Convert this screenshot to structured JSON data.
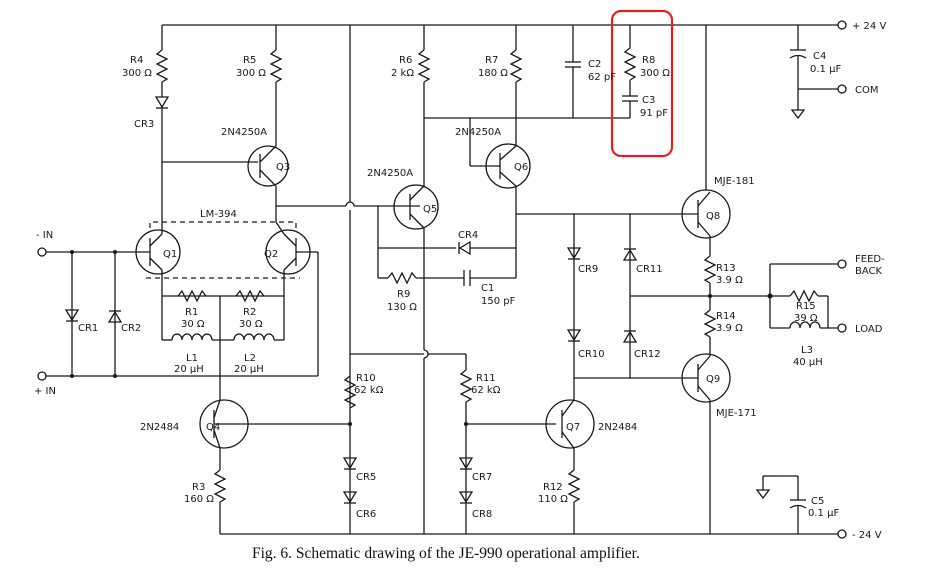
{
  "labels": {
    "plus24": "+ 24 V",
    "minus24": "- 24 V",
    "com": "COM",
    "feedback1": "FEED-",
    "feedback2": "BACK",
    "load": "LOAD",
    "in_minus": "- IN",
    "in_plus": "+ IN",
    "lm394": "LM-394",
    "r4a": "R4",
    "r4b": "300 Ω",
    "r5a": "R5",
    "r5b": "300 Ω",
    "r6a": "R6",
    "r6b": "2 kΩ",
    "r7a": "R7",
    "r7b": "180 Ω",
    "c2a": "C2",
    "c2b": "62 pF",
    "r8a": "R8",
    "r8b": "300 Ω",
    "c3a": "C3",
    "c3b": "91 pF",
    "c4a": "C4",
    "c4b": "0.1 µF",
    "cr3": "CR3",
    "q3t": "2N4250A",
    "q3": "Q3",
    "q6t": "2N4250A",
    "q6": "Q6",
    "q5t": "2N4250A",
    "q5": "Q5",
    "q8t": "MJE-181",
    "q8": "Q8",
    "q1": "Q1",
    "q2": "Q2",
    "cr4": "CR4",
    "r9a": "R9",
    "r9b": "130 Ω",
    "c1a": "C1",
    "c1b": "150 pF",
    "cr9": "CR9",
    "cr11": "CR11",
    "r13a": "R13",
    "r13b": "3.9 Ω",
    "r14a": "R14",
    "r14b": "3.9 Ω",
    "r15a": "R15",
    "r15b": "39 Ω",
    "l3a": "L3",
    "l3b": "40 µH",
    "cr1": "CR1",
    "cr2": "CR2",
    "r1a": "R1",
    "r1b": "30 Ω",
    "r2a": "R2",
    "r2b": "30 Ω",
    "l1a": "L1",
    "l1b": "20 µH",
    "l2a": "L2",
    "l2b": "20 µH",
    "cr10": "CR10",
    "cr12": "CR12",
    "q9": "Q9",
    "q9t": "MJE-171",
    "r10a": "R10",
    "r10b": "62 kΩ",
    "r11a": "R11",
    "r11b": "62 kΩ",
    "q4t": "2N2484",
    "q4": "Q4",
    "q7": "Q7",
    "q7t": "2N2484",
    "cr5": "CR5",
    "cr6": "CR6",
    "cr7": "CR7",
    "cr8": "CR8",
    "r3a": "R3",
    "r3b": "160 Ω",
    "r12a": "R12",
    "r12b": "110 Ω",
    "c5a": "C5",
    "c5b": "0.1 µF"
  },
  "caption": "Fig. 6. Schematic drawing of the JE-990 operational amplifier.",
  "colors": {
    "ink": "#1a1a1a",
    "highlight": "#e41f1f",
    "background": "#ffffff"
  }
}
